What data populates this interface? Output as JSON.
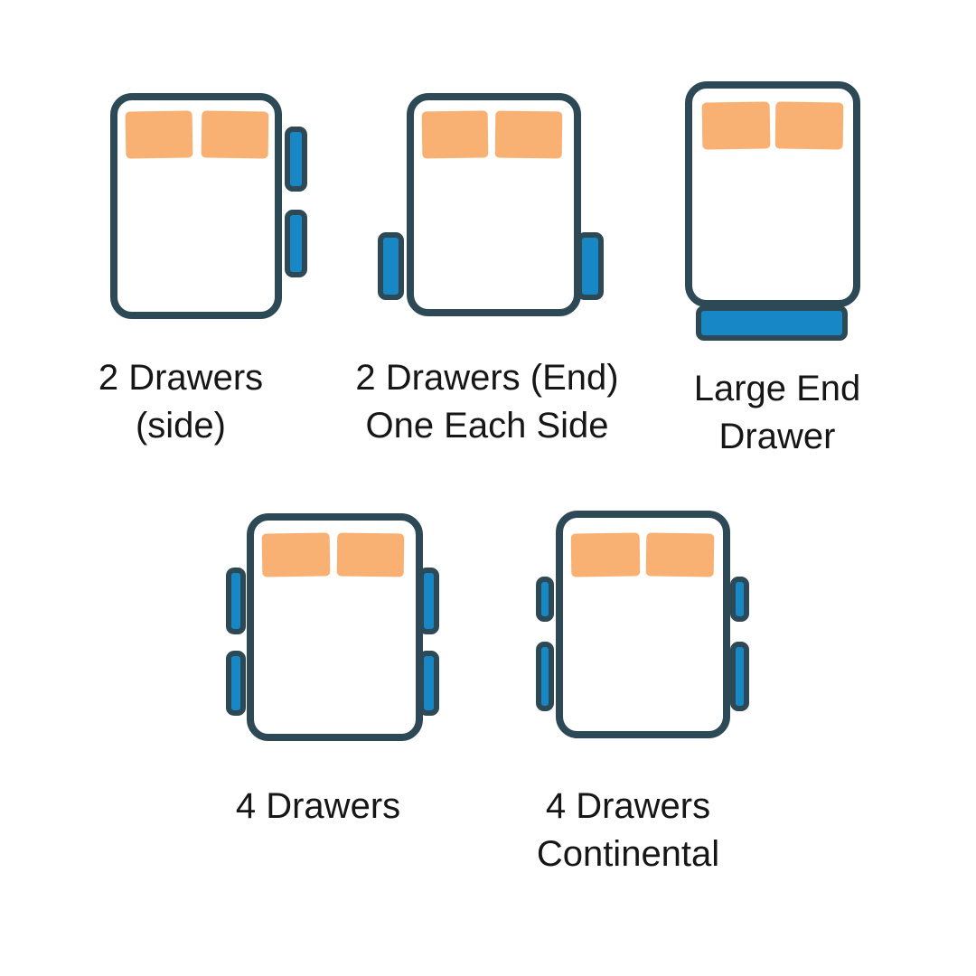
{
  "diagram": {
    "subject": "bed storage drawer configurations",
    "figure_count": 5
  },
  "colors": {
    "background": "#ffffff",
    "bed_fill": "#ffffff",
    "outline": "#2d4956",
    "drawer_fill": "#1787c5",
    "pillow_fill": "#f9b173",
    "text": "#161616"
  },
  "figures": [
    {
      "id": "2-drawers-side",
      "label_lines": [
        "2 Drawers",
        "(side)"
      ],
      "drawer_count": 2,
      "drawer_placement": "two on right side"
    },
    {
      "id": "2-drawers-end-one-each-side",
      "label_lines": [
        "2 Drawers (End)",
        "One Each Side"
      ],
      "drawer_count": 2,
      "drawer_placement": "one on each side near foot end"
    },
    {
      "id": "large-end-drawer",
      "label_lines": [
        "Large End",
        "Drawer"
      ],
      "drawer_count": 1,
      "drawer_placement": "one large drawer across foot end"
    },
    {
      "id": "4-drawers",
      "label_lines": [
        "4 Drawers"
      ],
      "drawer_count": 4,
      "drawer_placement": "two on each side, equal size"
    },
    {
      "id": "4-drawers-continental",
      "label_lines": [
        "4 Drawers",
        "Continental"
      ],
      "drawer_count": 4,
      "drawer_placement": "two on each side, short top and long bottom"
    }
  ]
}
